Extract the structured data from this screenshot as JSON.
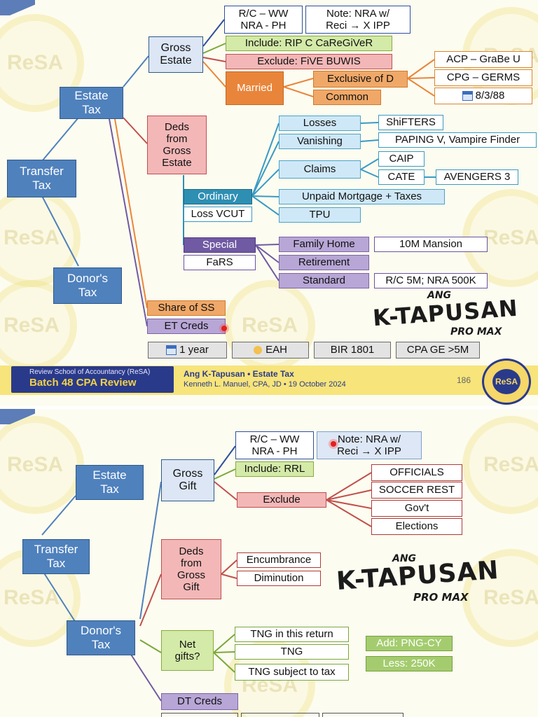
{
  "slide1": {
    "estate_tax": "Estate\nTax",
    "transfer_tax": "Transfer\nTax",
    "donors_tax": "Donor's\nTax",
    "gross_estate": "Gross\nEstate",
    "rc_ww": "R/C – WW\nNRA - PH",
    "note_nra": "Note: NRA w/\nReci → X IPP",
    "include": "Include: RIP C CaReGiVeR",
    "exclude": "Exclude: FiVE BUWIS",
    "married": "Married",
    "exclusive_of_d": "Exclusive of D",
    "common": "Common",
    "acp": "ACP – GraBe U",
    "cpg": "CPG – GERMS",
    "date_icon": "calendar-icon",
    "date_text": "8/3/88",
    "deds": "Deds\nfrom\nGross\nEstate",
    "losses": "Losses",
    "vanishing": "Vanishing",
    "claims": "Claims",
    "unpaid": "Unpaid Mortgage + Taxes",
    "tpu": "TPU",
    "shifters": "ShiFTERS",
    "paping": "PAPING V, Vampire Finder",
    "caip": "CAIP",
    "cate": "CATE",
    "avengers": "AVENGERS 3",
    "ordinary": "Ordinary",
    "loss_vcut": "Loss VCUT",
    "special": "Special",
    "fars": "FaRS",
    "family_home": "Family Home",
    "mansion": "10M Mansion",
    "retirement": "Retirement",
    "standard": "Standard",
    "rc5m": "R/C 5M; NRA 500K",
    "share_ss": "Share of SS",
    "et_creds": "ET Creds",
    "one_year": "1 year",
    "eah": "EAH",
    "bir": "BIR 1801",
    "cpa_ge": "CPA GE >5M",
    "footer_school": "Review School of Accountancy (ReSA)",
    "footer_batch": "Batch 48 CPA Review",
    "footer_title": "Ang K-Tapusan • Estate Tax",
    "footer_author": "Kenneth L. Manuel, CPA, JD • 19 October 2024",
    "page_number": "186"
  },
  "logo": {
    "ang": "ANG",
    "main": "K-TAPUSAN",
    "sub": "PRO MAX"
  },
  "seal_text": "ReSA",
  "slide2": {
    "estate_tax": "Estate\nTax",
    "transfer_tax": "Transfer\nTax",
    "donors_tax": "Donor's\nTax",
    "gross_gift": "Gross\nGift",
    "rc_ww": "R/C – WW\nNRA - PH",
    "note_nra": "Note: NRA w/\nReci → X IPP",
    "include": "Include: RRL",
    "exclude": "Exclude",
    "officials": "OFFICIALS",
    "soccer": "SOCCER REST",
    "govt": "Gov't",
    "elections": "Elections",
    "deds": "Deds\nfrom\nGross\nGift",
    "encumbrance": "Encumbrance",
    "diminution": "Diminution",
    "net_gifts": "Net\ngifts?",
    "tng_return": "TNG in this return",
    "tng": "TNG",
    "tng_subject": "TNG subject to tax",
    "add_png": "Add: PNG-CY",
    "less_250k": "Less: 250K",
    "dt_creds": "DT Creds"
  },
  "colors": {
    "blue": "#4f81bd",
    "orange": "#e9853a",
    "green": "#a4cc6f",
    "red": "#d97c7c",
    "purple": "#6f5aa3",
    "teal": "#2e8fb3"
  }
}
